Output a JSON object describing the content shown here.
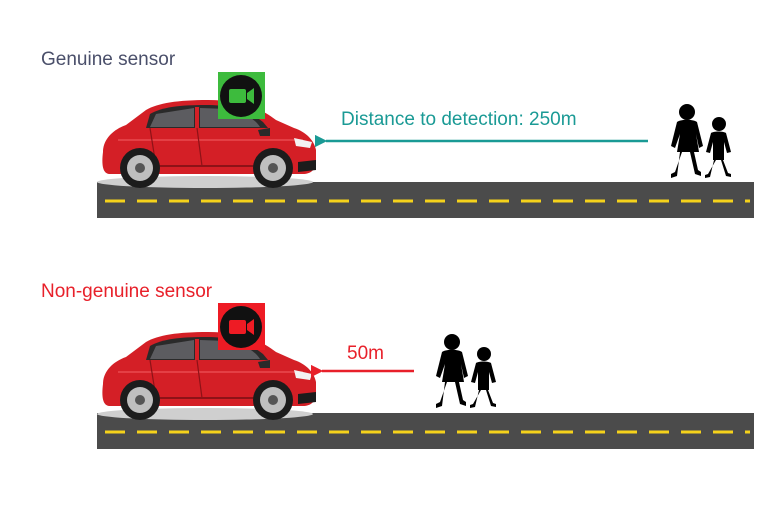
{
  "scenarios": [
    {
      "label": "Genuine sensor",
      "distance_label": "Distance to detection: 250m",
      "label_color": "#4a4f6a",
      "accent": "#1a9a95",
      "sensor_box": "#3dbb3d",
      "icon": "video-camera-icon"
    },
    {
      "label": "Non-genuine sensor",
      "distance_label": "50m",
      "label_color": "#e8202a",
      "accent": "#e8202a",
      "sensor_box": "#ee1b24",
      "icon": "video-camera-icon"
    }
  ],
  "colors": {
    "car_body": "#d41f26",
    "road": "#4b4b4b",
    "lane_marking": "#f5d21b"
  }
}
